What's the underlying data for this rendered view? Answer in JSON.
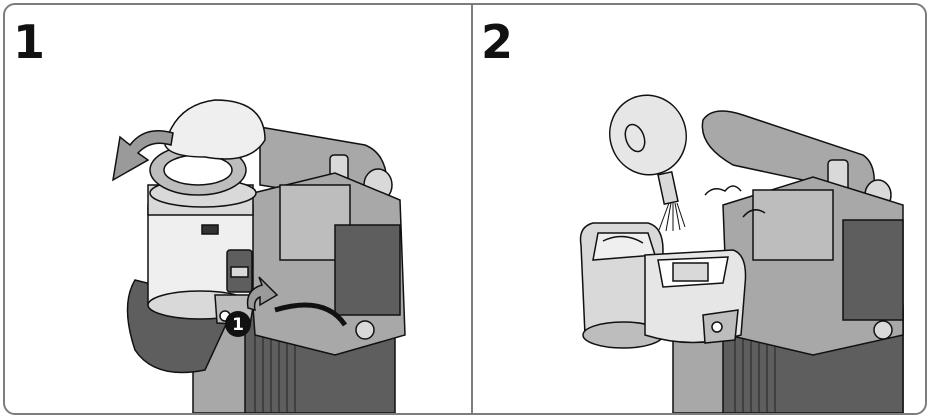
{
  "steps": [
    {
      "number": "1",
      "marker": "1",
      "icons": [
        "eyecup-fold-arrow-icon",
        "release-lever-arrow-icon"
      ],
      "illustration": "camcorder-viewfinder-eyecup-removal"
    },
    {
      "number": "2",
      "marker": "",
      "icons": [
        "blower-brush-icon",
        "dust-puff-icon"
      ],
      "illustration": "camcorder-viewfinder-cleaning"
    }
  ],
  "colors": {
    "border": "#7d7d7d",
    "body_gray": "#a8a8a8",
    "dark_gray": "#5e5e5e",
    "light_gray": "#d9d9d9",
    "ink": "#111111"
  }
}
